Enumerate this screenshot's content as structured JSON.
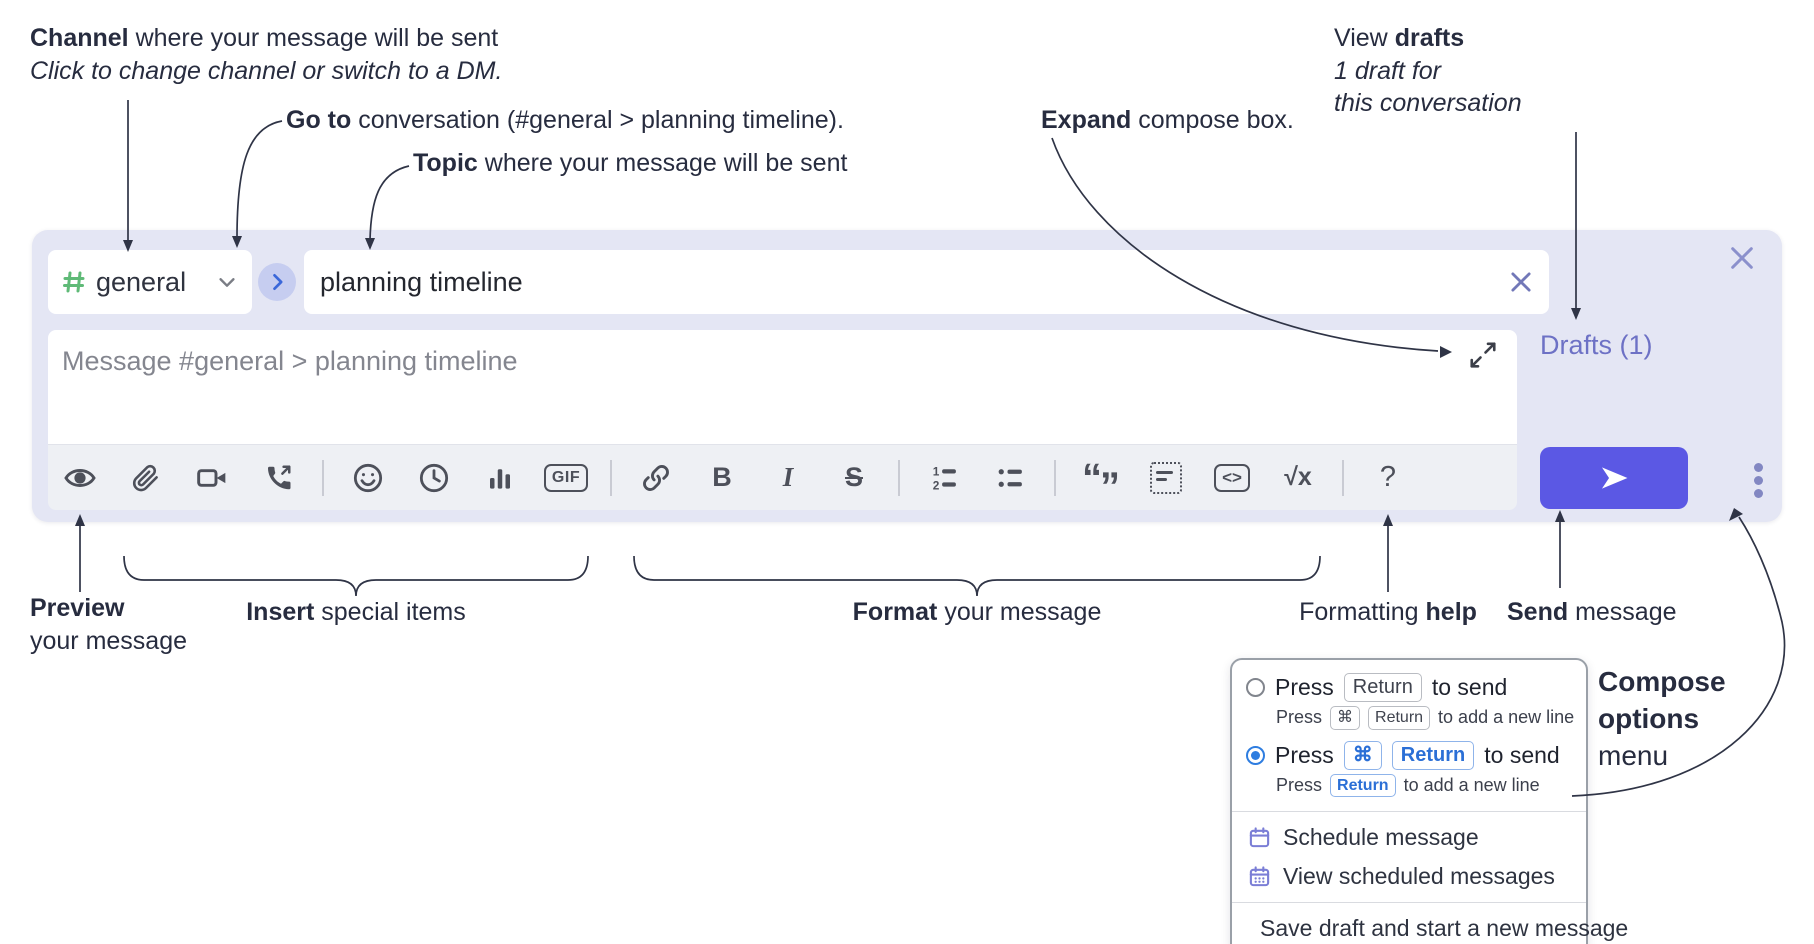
{
  "colors": {
    "compose_bg": "#e4e6f4",
    "send_button": "#5b58e4",
    "drafts_link": "#6d71c5",
    "channel_hash_green": "#5fba77",
    "goto_chevron_blue": "#3a67d9",
    "popup_blue": "#2b6fd6",
    "popup_purple_icon": "#7b7ed6",
    "annotation_text": "#272c3f",
    "toolbar_icon": "#4d505a"
  },
  "annotations": {
    "channel_line1_bold": "Channel",
    "channel_line1_rest": " where your message will be sent",
    "channel_line2": "Click to change channel or switch to a DM.",
    "goto_bold": "Go to",
    "goto_rest": " conversation (#general > planning timeline).",
    "topic_bold": "Topic",
    "topic_rest": " where your message will be sent",
    "expand_bold": "Expand",
    "expand_rest": " compose box.",
    "drafts_line1_pre": "View ",
    "drafts_line1_bold": "drafts",
    "drafts_line2": "1 draft for",
    "drafts_line3": "this conversation",
    "preview_bold": "Preview",
    "preview_rest": "your message",
    "insert_bold": "Insert",
    "insert_rest": " special items",
    "format_bold": "Format",
    "format_rest": " your message",
    "help_pre": "Formatting ",
    "help_bold": "help",
    "send_bold": "Send",
    "send_rest": " message",
    "compose_opts_line1": "Compose",
    "compose_opts_line2": "options",
    "compose_opts_line3": "menu"
  },
  "compose": {
    "channel_name": "general",
    "topic_value": "planning timeline",
    "message_placeholder": "Message #general > planning timeline",
    "drafts_link": "Drafts (1)"
  },
  "toolbar": {
    "gif": "GIF",
    "bold": "B",
    "italic": "I",
    "strike": "S",
    "quote_open": "“",
    "quote_close": "”",
    "math": "√x",
    "help": "?"
  },
  "popup": {
    "row1_press": "Press",
    "row1_key": "Return",
    "row1_suffix": "to send",
    "row1_sub_press": "Press",
    "row1_sub_key1": "⌘",
    "row1_sub_key2": "Return",
    "row1_sub_suffix": "to add a new line",
    "row2_press": "Press",
    "row2_key1": "⌘",
    "row2_key2": "Return",
    "row2_suffix": "to send",
    "row2_sub_press": "Press",
    "row2_sub_key": "Return",
    "row2_sub_suffix": "to add a new line",
    "items": [
      {
        "icon": "calendar-icon",
        "label": "Schedule message"
      },
      {
        "icon": "calendar-grid-icon",
        "label": "View scheduled messages"
      },
      {
        "icon": "save-draft-icon",
        "label": "Save draft and start a new message"
      }
    ]
  }
}
